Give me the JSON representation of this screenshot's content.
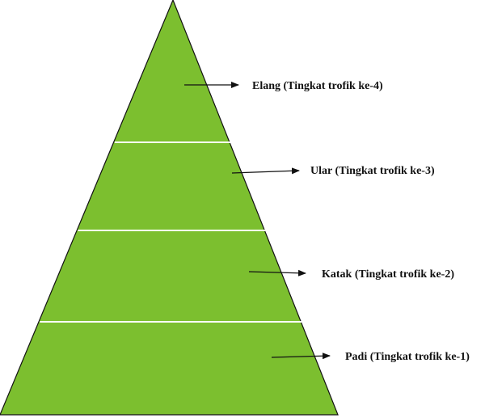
{
  "colors": {
    "pyramid_fill": "#7cbf2f",
    "pyramid_stroke": "#111111",
    "divider": "#ffffff",
    "arrow": "#111111"
  },
  "levels": [
    {
      "label": "Elang (Tingkat trofik ke-4)"
    },
    {
      "label": "Ular (Tingkat trofik ke-3)"
    },
    {
      "label": "Katak (Tingkat trofik ke-2)"
    },
    {
      "label": "Padi (Tingkat trofik ke-1)"
    }
  ]
}
